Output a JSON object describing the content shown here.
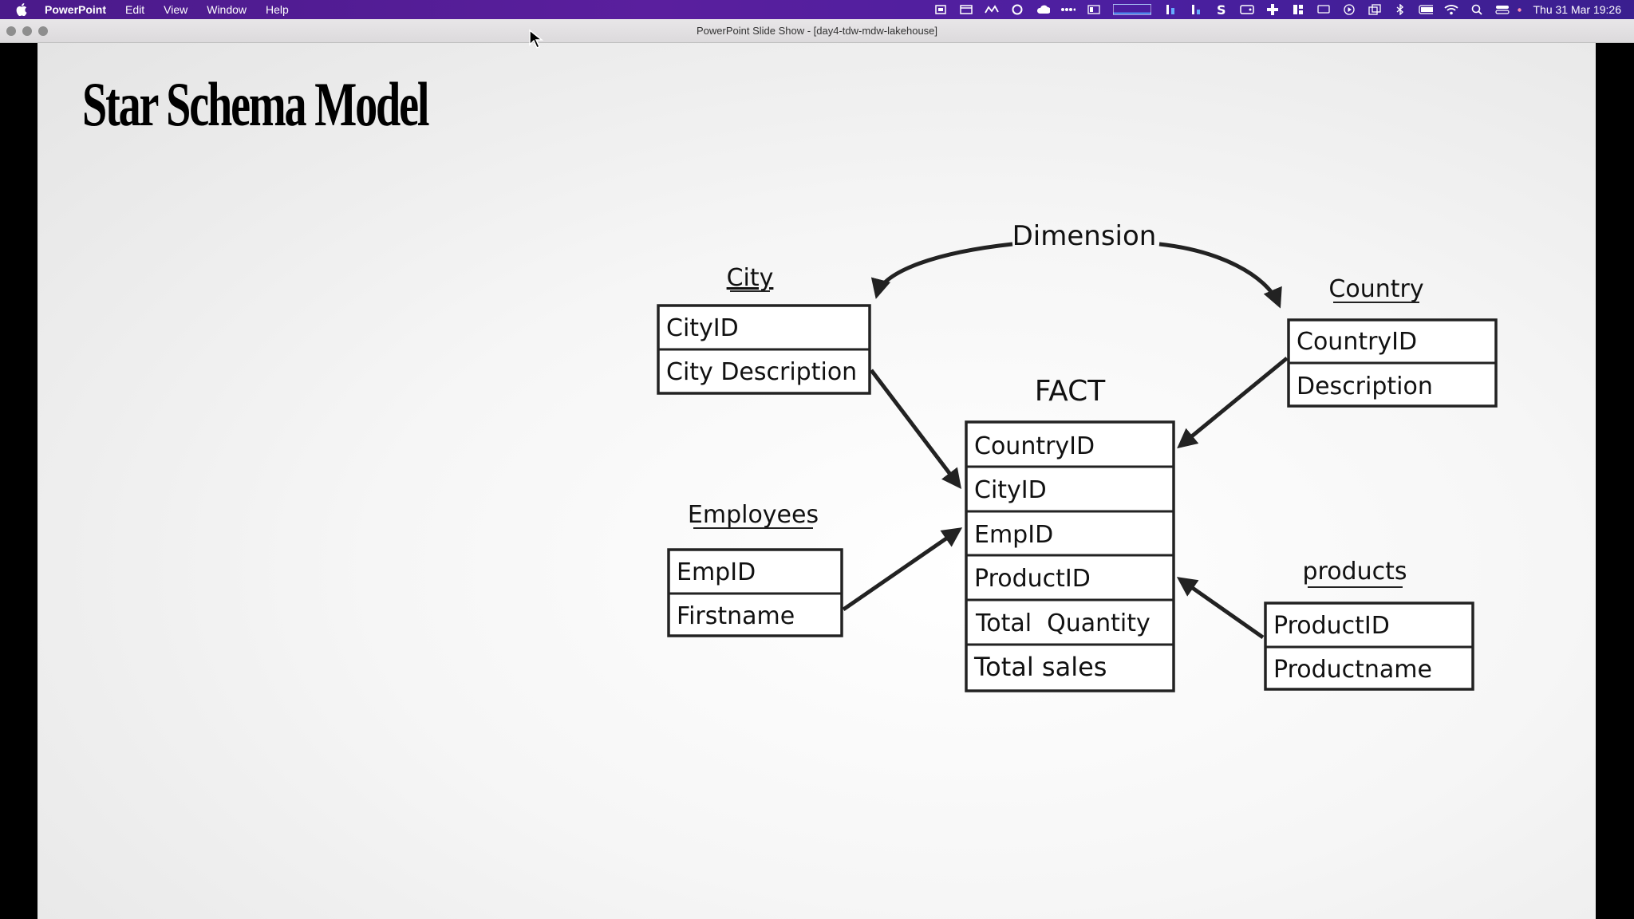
{
  "menubar": {
    "app_name": "PowerPoint",
    "menus": [
      "Edit",
      "View",
      "Window",
      "Help"
    ],
    "clock": "Thu 31 Mar  19:26"
  },
  "window": {
    "title": "PowerPoint Slide Show - [day4-tdw-mdw-lakehouse]"
  },
  "slide": {
    "title": "Star Schema Model",
    "dimension_label": "Dimension",
    "entities": {
      "city": {
        "title": "City",
        "fields": [
          "CityID",
          "City Description"
        ]
      },
      "country": {
        "title": "Country",
        "fields": [
          "CountryID",
          "Description"
        ]
      },
      "fact": {
        "title": "FACT",
        "fields": [
          "CountryID",
          "CityID",
          "EmpID",
          "ProductID",
          "Total  Quantity",
          "Total sales"
        ]
      },
      "employees": {
        "title": "Employees",
        "fields": [
          "EmpID",
          "Firstname"
        ]
      },
      "products": {
        "title": "products",
        "fields": [
          "ProductID",
          "Productname"
        ]
      }
    }
  },
  "colors": {
    "menubar": "#4b1fa0",
    "ink": "#222222"
  },
  "icons": {
    "menubar_left": "apple-icon",
    "menubar_right": [
      "screenshot-icon",
      "window-icon",
      "flow-icon",
      "grammarly-icon",
      "cloud-icon",
      "dots-icon",
      "display-icon",
      "cpu-graph-icon",
      "memory-icon",
      "network-icon",
      "s-app-icon",
      "drive-icon",
      "plus-app-icon",
      "layout-icon",
      "screen-icon",
      "play-icon",
      "stack-icon",
      "bluetooth-icon",
      "battery-icon",
      "wifi-icon",
      "search-icon",
      "control-center-icon",
      "notification-dot-icon"
    ]
  }
}
